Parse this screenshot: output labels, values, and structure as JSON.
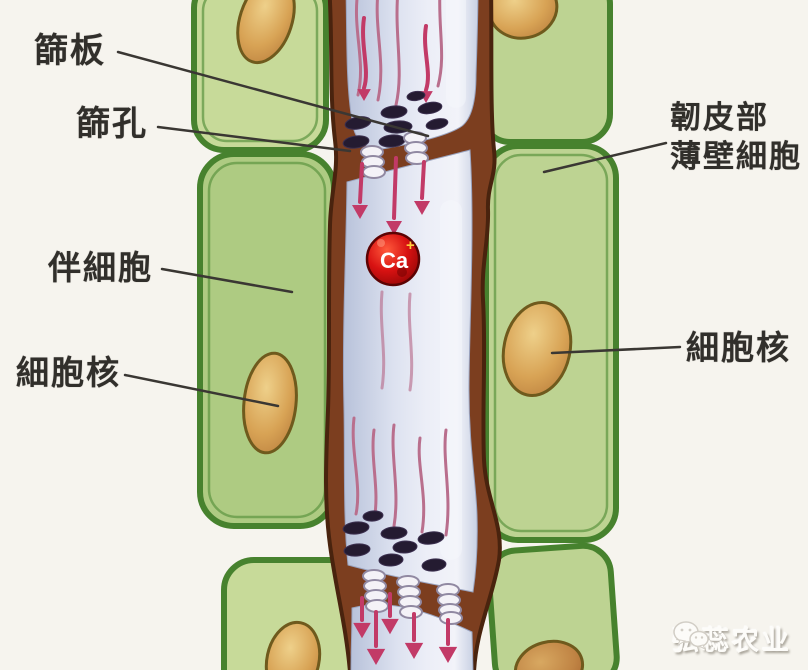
{
  "figure": {
    "labels": {
      "sieve_plate": "篩板",
      "sieve_pore": "篩孔",
      "companion_cell": "伴細胞",
      "nucleus_left": "細胞核",
      "phloem_line1": "韌皮部",
      "phloem_line2": "薄壁細胞",
      "nucleus_right": "細胞核"
    },
    "ca": {
      "symbol": "Ca",
      "charge": "+"
    },
    "watermark": {
      "text": "弘蕊农业"
    }
  },
  "colors": {
    "background": "#f6f4ee",
    "cell_green": "#c7da99",
    "cell_green_dark": "#aecb82",
    "cell_green_right": "#bdd392",
    "cell_border": "#47822e",
    "wall_brown": "#7c3e1f",
    "wall_brown_dark": "#49230e",
    "pore_dark": "#241b31",
    "strand_white": "#f4f2f7",
    "flow_pink": "#b96f8d",
    "arrow_crimson": "#c23a67",
    "nucleus_border": "#6f5a1d",
    "ca_charge_yellow": "#ffcf3d",
    "label_text": "#312f2b",
    "leader_line": "#3a3733",
    "watermark_text": "#fdfcf9"
  }
}
